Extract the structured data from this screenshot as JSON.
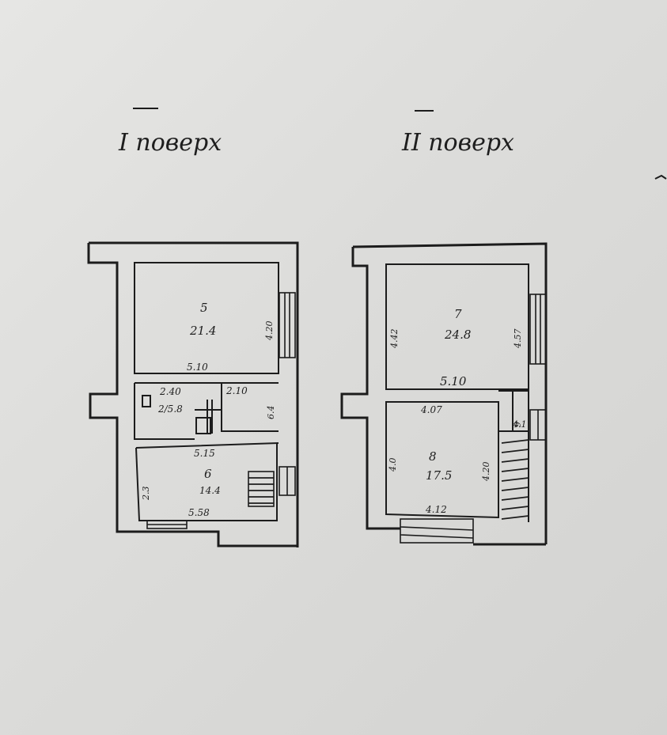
{
  "floor1": {
    "title": "I поверх",
    "rooms": [
      {
        "num": "5",
        "area": "21.4"
      },
      {
        "area": "2/5.8"
      },
      {
        "num": "6",
        "area": "14.4"
      }
    ],
    "dims": {
      "top_width": "5.10",
      "right_height": "4.20",
      "bath_top": "2.40",
      "wc_top": "2.10",
      "wc_side": "6.4",
      "mid_width": "5.15",
      "bottom_width": "5.58",
      "left_lower": "2.3"
    }
  },
  "floor2": {
    "title": "II поверх",
    "rooms": [
      {
        "num": "7",
        "area": "24.8"
      },
      {
        "num": "8",
        "area": "17.5"
      },
      {
        "num": "9",
        "area": "4.1"
      }
    ],
    "dims": {
      "top_left": "4.42",
      "top_right": "4.57",
      "mid_width": "5.10",
      "low_top": "4.07",
      "low_left": "4.0",
      "low_right": "4.20",
      "bottom_width": "4.12"
    }
  }
}
